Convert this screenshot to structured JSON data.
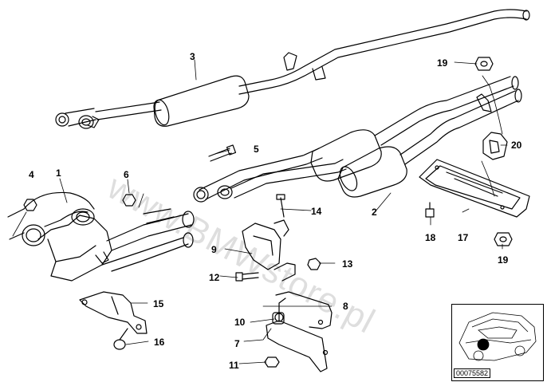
{
  "callouts": {
    "c1": "1",
    "c2": "2",
    "c3": "3",
    "c4": "4",
    "c5": "5",
    "c6": "6",
    "c7": "7",
    "c8": "8",
    "c9": "9",
    "c10": "10",
    "c11": "11",
    "c12": "12",
    "c13": "13",
    "c14": "14",
    "c15": "15",
    "c16": "16",
    "c17": "17",
    "c18": "18",
    "c19a": "19",
    "c19b": "19",
    "c20": "20"
  },
  "watermark": "www.BMWstore.pl",
  "diagram_code": "00075582",
  "colors": {
    "line": "#000000",
    "background": "#ffffff"
  }
}
